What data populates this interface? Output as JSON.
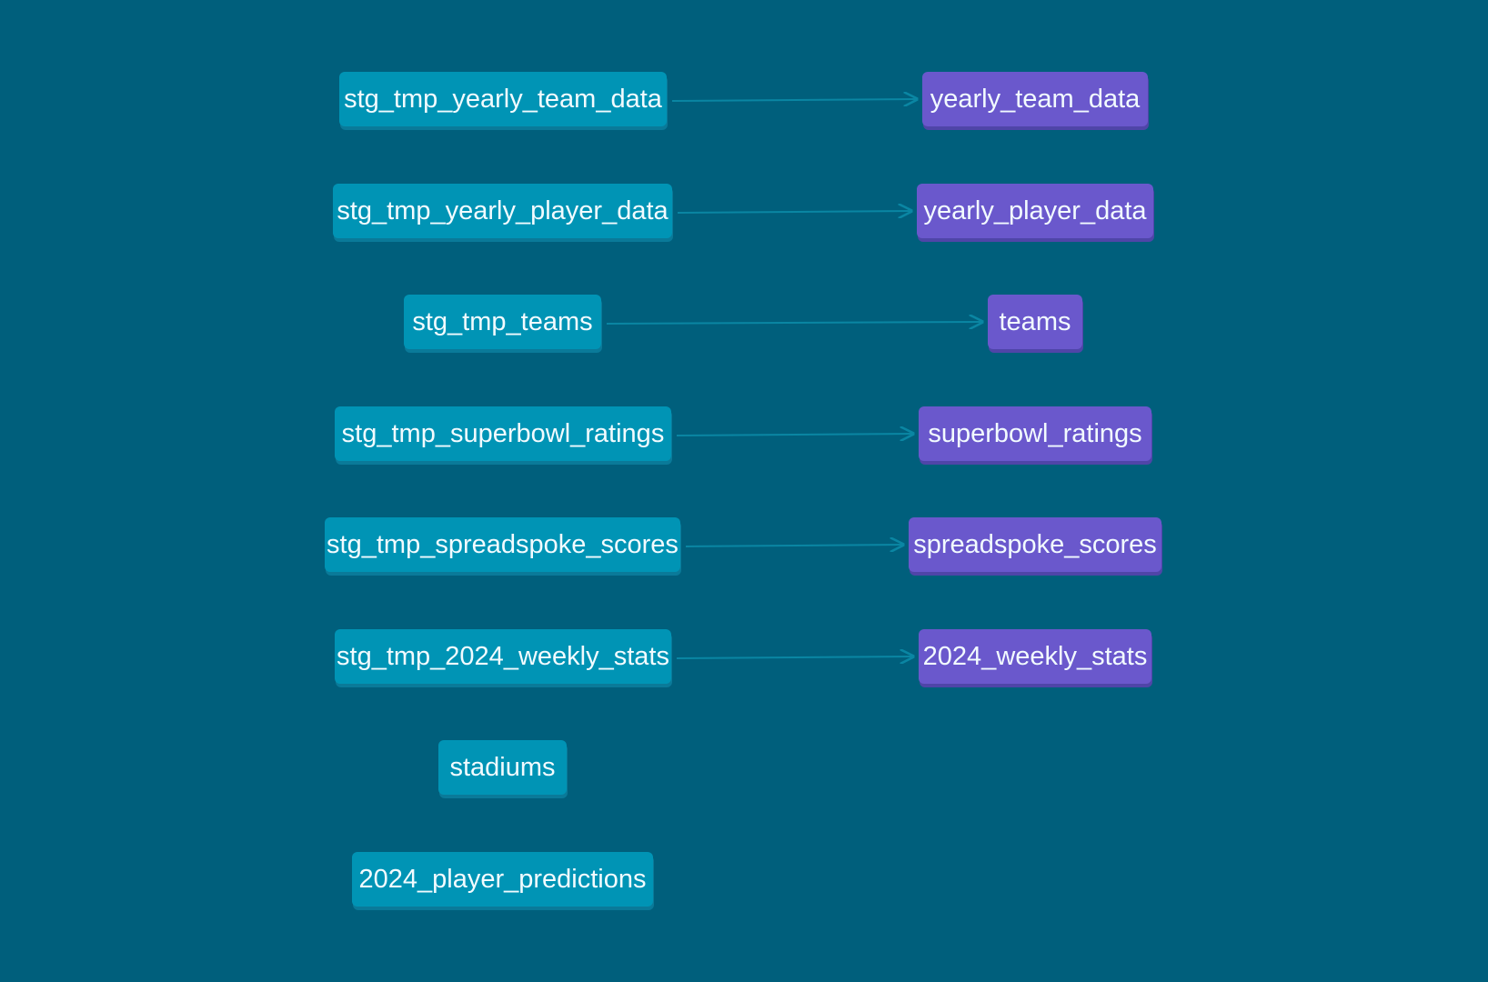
{
  "colors": {
    "background": "#005f7c",
    "source_node": "#0094b5",
    "target_node": "#6a58cc",
    "edge": "#0a86a3"
  },
  "nodes": [
    {
      "id": "stg_yearly_team",
      "label": "stg_tmp_yearly_team_data",
      "kind": "source"
    },
    {
      "id": "stg_yearly_player",
      "label": "stg_tmp_yearly_player_data",
      "kind": "source"
    },
    {
      "id": "stg_teams",
      "label": "stg_tmp_teams",
      "kind": "source"
    },
    {
      "id": "stg_superbowl",
      "label": "stg_tmp_superbowl_ratings",
      "kind": "source"
    },
    {
      "id": "stg_spreadspoke",
      "label": "stg_tmp_spreadspoke_scores",
      "kind": "source"
    },
    {
      "id": "stg_weekly",
      "label": "stg_tmp_2024_weekly_stats",
      "kind": "source"
    },
    {
      "id": "stadiums",
      "label": "stadiums",
      "kind": "source"
    },
    {
      "id": "player_predictions",
      "label": "2024_player_predictions",
      "kind": "source"
    },
    {
      "id": "yearly_team",
      "label": "yearly_team_data",
      "kind": "target"
    },
    {
      "id": "yearly_player",
      "label": "yearly_player_data",
      "kind": "target"
    },
    {
      "id": "teams",
      "label": "teams",
      "kind": "target"
    },
    {
      "id": "superbowl",
      "label": "superbowl_ratings",
      "kind": "target"
    },
    {
      "id": "spreadspoke",
      "label": "spreadspoke_scores",
      "kind": "target"
    },
    {
      "id": "weekly",
      "label": "2024_weekly_stats",
      "kind": "target"
    }
  ],
  "edges": [
    {
      "from": "stg_yearly_team",
      "to": "yearly_team"
    },
    {
      "from": "stg_yearly_player",
      "to": "yearly_player"
    },
    {
      "from": "stg_teams",
      "to": "teams"
    },
    {
      "from": "stg_superbowl",
      "to": "superbowl"
    },
    {
      "from": "stg_spreadspoke",
      "to": "spreadspoke"
    },
    {
      "from": "stg_weekly",
      "to": "weekly"
    }
  ]
}
